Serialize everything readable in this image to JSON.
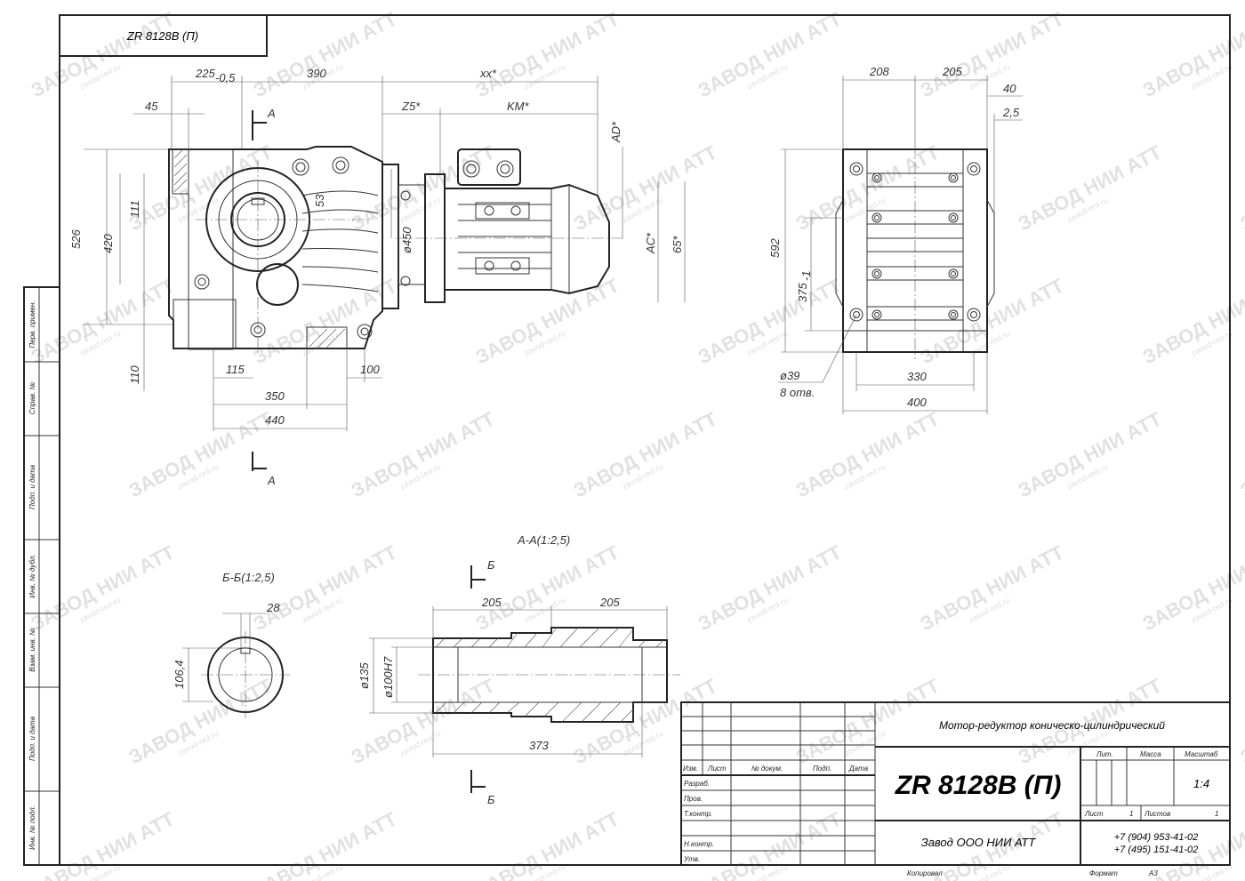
{
  "title_box": {
    "code": "ZR 8128B (П)"
  },
  "front_view": {
    "section_mark": "А",
    "dims": {
      "d225": "225",
      "d225_tol": "-0,5",
      "d390": "390",
      "dxx": "xx*",
      "d45": "45",
      "dZ5": "Z5*",
      "dKM": "KM*",
      "dAD": "AD*",
      "d111": "111",
      "d526": "526",
      "d420": "420",
      "d53": "53",
      "d450": "ø450",
      "dAC": "AC*",
      "d65": "65*",
      "d110": "110",
      "d115": "115",
      "d100": "100",
      "d350": "350",
      "d440": "440"
    }
  },
  "side_view": {
    "dims": {
      "d208": "208",
      "d205": "205",
      "d40": "40",
      "d25": "2,5",
      "d592": "592",
      "d375": "375",
      "d375_tol": "-1",
      "d39": "ø39",
      "d8otv": "8 отв.",
      "d330": "330",
      "d400": "400"
    }
  },
  "section_bb": {
    "label": "Б-Б(1:2,5)",
    "dims": {
      "d28": "28",
      "d1064": "106,4"
    }
  },
  "section_aa": {
    "label": "А-А(1:2,5)",
    "mark": "Б",
    "dims": {
      "d205a": "205",
      "d205b": "205",
      "d135": "ø135",
      "d100H7": "ø100H7",
      "d373": "373"
    }
  },
  "left_strip": {
    "labels": [
      "Перв. примен.",
      "Справ. №",
      "Подп. и дата",
      "Инв. № дубл.",
      "Взам. инв. №",
      "Подп. и дата",
      "Инв. № подл."
    ]
  },
  "title_block": {
    "product_name": "Мотор-редуктор коническо-цилиндрический",
    "designation": "ZR 8128B (П)",
    "factory": "Завод ООО НИИ АТТ",
    "phone1": "+7 (904) 953-41-02",
    "phone2": "+7 (495) 151-41-02",
    "col_headers": [
      "Изм.",
      "Лист",
      "№ докум.",
      "Подп.",
      "Дата"
    ],
    "rows": [
      "Разраб.",
      "Пров.",
      "Т.контр.",
      "Н.контр.",
      "Утв."
    ],
    "lit": "Лит.",
    "mass": "Масса",
    "scale_label": "Масштаб",
    "scale": "1:4",
    "sheet_label": "Лист",
    "sheet_no": "1",
    "sheets_label": "Листов",
    "sheets_no": "1",
    "copied": "Копировал",
    "format_label": "Формат",
    "format": "А3"
  },
  "watermark": {
    "main": "ЗАВОД НИИ АТТ",
    "sub": "zavod-red.ru"
  }
}
